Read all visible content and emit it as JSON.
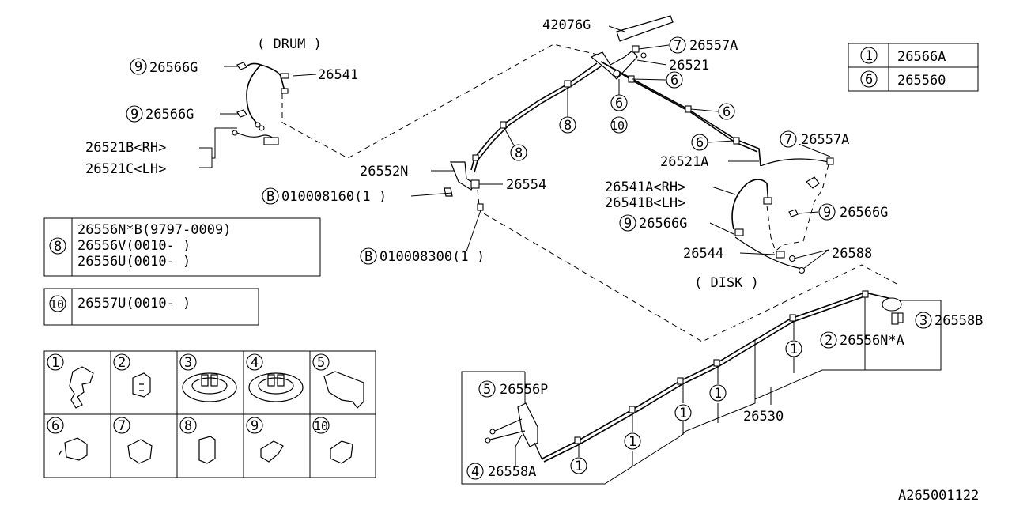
{
  "diagram": {
    "drum_title": "( DRUM )",
    "disk_title": "( DISK )",
    "figure_id": "A265001122",
    "callouts": {
      "p42076G": "42076G",
      "p26557A_top": "26557A",
      "p26521": "26521",
      "p26566G_a": "26566G",
      "p26541": "26541",
      "p26566G_b": "26566G",
      "p26521B": "26521B<RH>",
      "p26521C": "26521C<LH>",
      "p26552N": "26552N",
      "p26554": "26554",
      "pB1": "010008160(1  )",
      "pB2": "010008300(1  )",
      "p26557A_right": "26557A",
      "p26521A": "26521A",
      "p26541A": "26541A<RH>",
      "p26541B": "26541B<LH>",
      "p26566G_c": "26566G",
      "p26566G_d": "26566G",
      "p26544": "26544",
      "p26588": "26588",
      "p26558B": "26558B",
      "p26556NA": "26556N*A",
      "p26530": "26530",
      "p26556P": "26556P",
      "p26558A": "26558A"
    },
    "markers": {
      "n1": "1",
      "n2": "2",
      "n3": "3",
      "n4": "4",
      "n5": "5",
      "n6": "6",
      "n7": "7",
      "n8": "8",
      "n9": "9",
      "n10": "10",
      "bolt": "B"
    }
  },
  "legend_table": {
    "rows": [
      {
        "num": "1",
        "part": "26566A"
      },
      {
        "num": "6",
        "part": "265560"
      }
    ]
  },
  "box8": {
    "num": "8",
    "lines": [
      "26556N*B(9797-0009)",
      "26556V(0010-     )",
      "26556U(0010-     )"
    ]
  },
  "box10": {
    "num": "10",
    "line": "26557U(0010-       )"
  },
  "clip_grid": {
    "cells": [
      "1",
      "2",
      "3",
      "4",
      "5",
      "6",
      "7",
      "8",
      "9",
      "10"
    ]
  }
}
